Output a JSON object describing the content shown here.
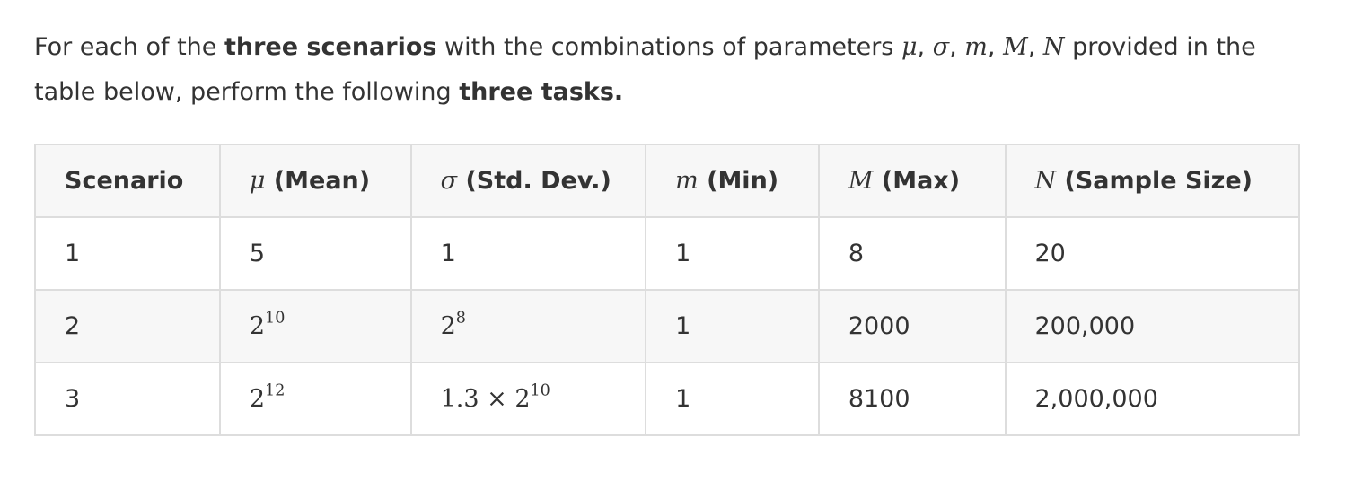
{
  "intro": {
    "part1": "For each of the ",
    "bold1": "three scenarios",
    "part2": " with the combinations of parameters ",
    "sym_mu": "μ",
    "comma1": ", ",
    "sym_sigma": "σ",
    "comma2": ", ",
    "sym_m": "m",
    "comma3": ", ",
    "sym_M": "M",
    "comma4": ", ",
    "sym_N": "N",
    "part3": " provided in the table below, perform the following ",
    "bold2": "three tasks."
  },
  "table": {
    "headers": [
      {
        "sym": "",
        "label": "Scenario"
      },
      {
        "sym": "μ",
        "label": " (Mean)"
      },
      {
        "sym": "σ",
        "label": " (Std. Dev.)"
      },
      {
        "sym": "m",
        "label": " (Min)"
      },
      {
        "sym": "M",
        "label": " (Max)"
      },
      {
        "sym": "N",
        "label": " (Sample Size)"
      }
    ],
    "rows": [
      {
        "scenario": "1",
        "mean": {
          "base": "5",
          "exp": ""
        },
        "std": {
          "prefix": "",
          "base": "1",
          "exp": ""
        },
        "min": "1",
        "max": "8",
        "n": "20"
      },
      {
        "scenario": "2",
        "mean": {
          "base": "2",
          "exp": "10"
        },
        "std": {
          "prefix": "",
          "base": "2",
          "exp": "8"
        },
        "min": "1",
        "max": "2000",
        "n": "200,000"
      },
      {
        "scenario": "3",
        "mean": {
          "base": "2",
          "exp": "12"
        },
        "std": {
          "prefix": "1.3 × ",
          "base": "2",
          "exp": "10"
        },
        "min": "1",
        "max": "8100",
        "n": "2,000,000"
      }
    ]
  }
}
